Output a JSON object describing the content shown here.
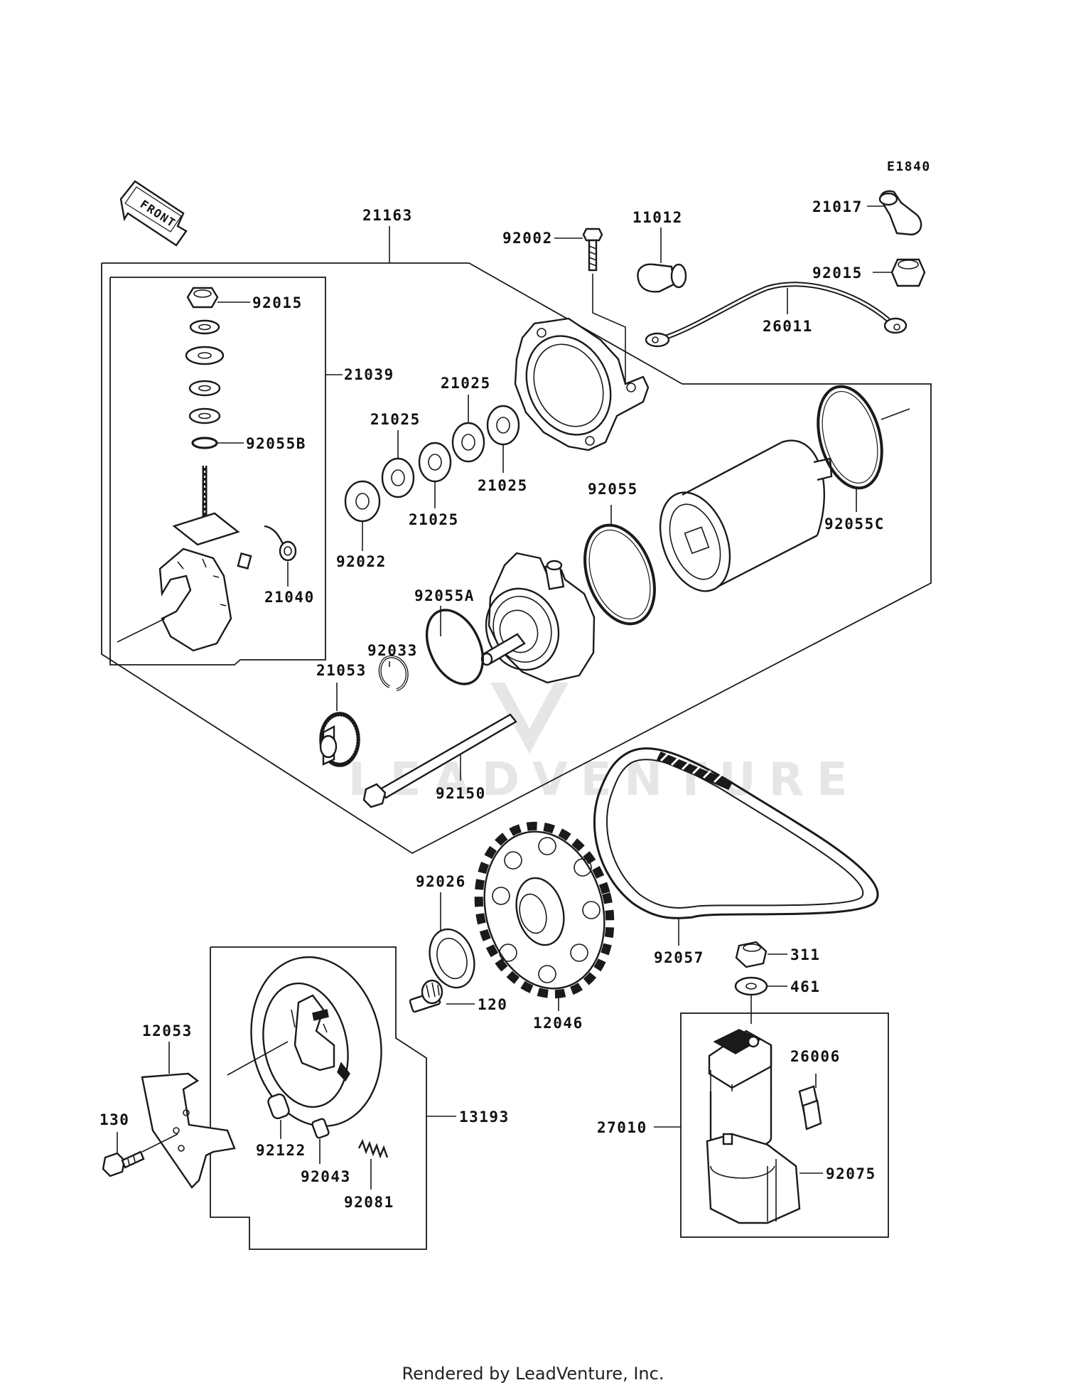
{
  "diagram_code": "E1840",
  "front_label": "FRONT",
  "watermark": "LEADVENTURE",
  "footer": "Rendered by LeadVenture, Inc.",
  "parts": {
    "p21163": "21163",
    "p92002": "92002",
    "p11012": "11012",
    "p21017": "21017",
    "p92015_nut": "92015",
    "p26011": "26011",
    "p92015": "92015",
    "p21039": "21039",
    "p92055b": "92055B",
    "p21040": "21040",
    "p21025_a": "21025",
    "p21025_b": "21025",
    "p21025_c": "21025",
    "p21025_d": "21025",
    "p92022": "92022",
    "p92055": "92055",
    "p92055c": "92055C",
    "p92055a": "92055A",
    "p92033": "92033",
    "p21053": "21053",
    "p92150": "92150",
    "p92026": "92026",
    "p120": "120",
    "p12046": "12046",
    "p92057": "92057",
    "p311": "311",
    "p461": "461",
    "p26006": "26006",
    "p27010": "27010",
    "p92075": "92075",
    "p12053": "12053",
    "p130": "130",
    "p13193": "13193",
    "p92122": "92122",
    "p92043": "92043",
    "p92081": "92081"
  }
}
